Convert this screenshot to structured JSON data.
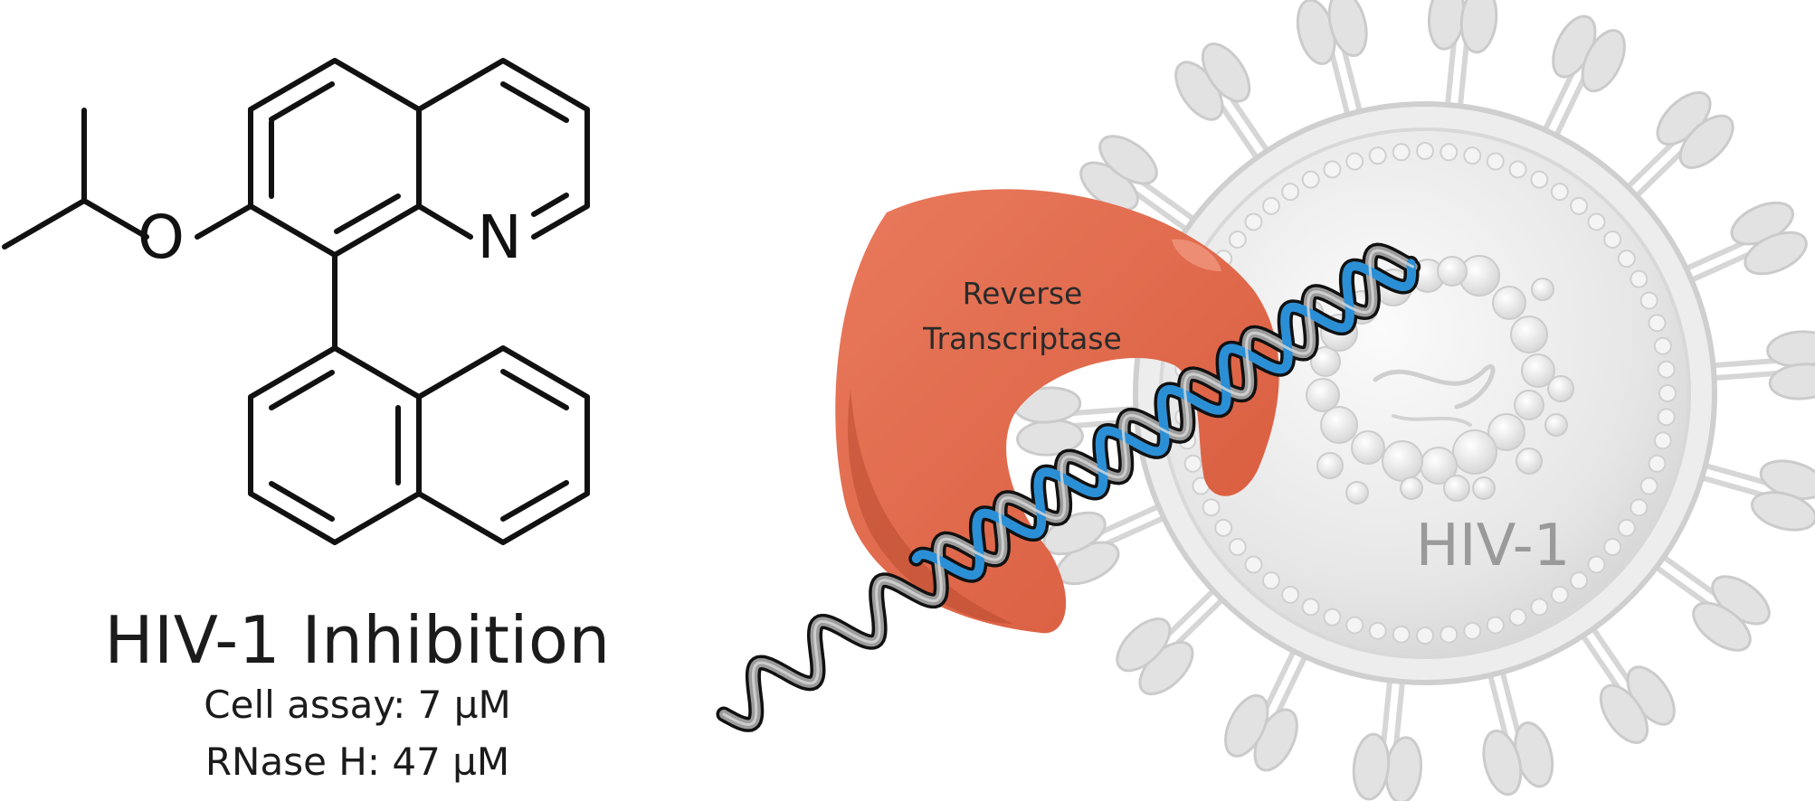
{
  "molecule": {
    "atoms": {
      "oxygen": "O",
      "nitrogen": "N"
    }
  },
  "text": {
    "title": "HIV-1 Inhibition",
    "cell_assay": "Cell assay: 7 µM",
    "rnase_h": "RNase H: 47 µM"
  },
  "illustration": {
    "enzyme_label_line1": "Reverse",
    "enzyme_label_line2": "Transcriptase",
    "virus_label": "HIV-1"
  },
  "colors": {
    "enzyme": "#e1684b",
    "dna_blue": "#2b8fd6",
    "dna_gray": "#8e8e8e",
    "virus": "#e3e3e3"
  }
}
